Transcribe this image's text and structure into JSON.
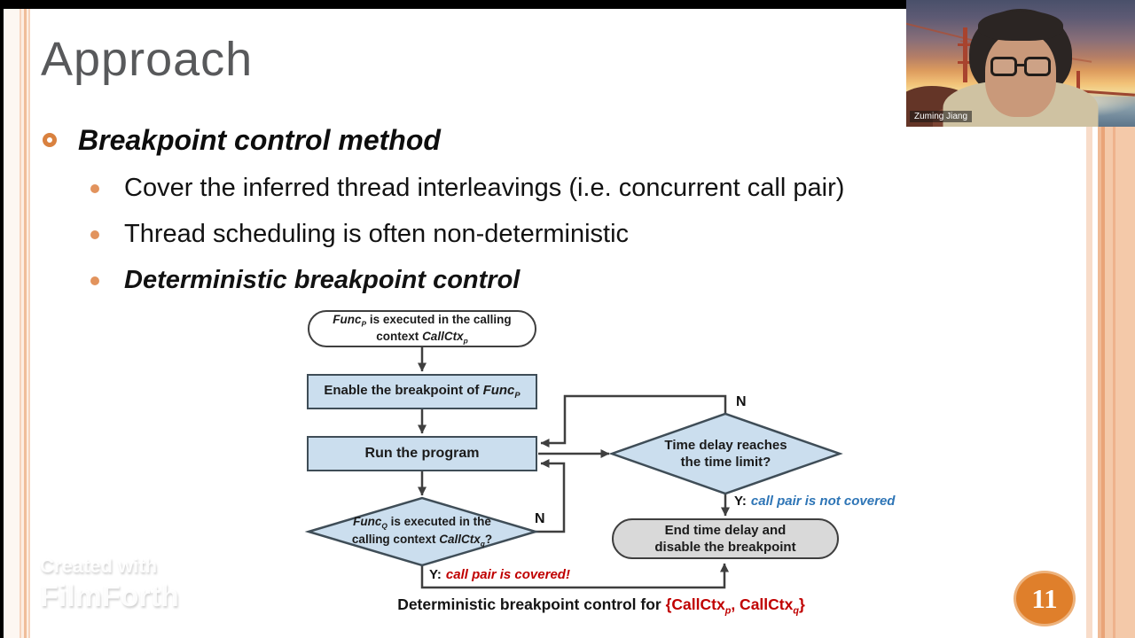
{
  "slide": {
    "title": "Approach",
    "main_bullet": "Breakpoint control method",
    "sub_bullets": [
      "Cover the inferred thread interleavings (i.e. concurrent call pair)",
      "Thread scheduling is often non-deterministic",
      "Deterministic breakpoint control"
    ],
    "page_number": "11"
  },
  "watermark": {
    "line1": "Created with",
    "line2": "FilmForth"
  },
  "webcam": {
    "name": "Zuming Jiang"
  },
  "flowchart": {
    "start": {
      "f": "Func",
      "fsub": "P",
      "rest1": " is executed in the calling",
      "pre2": "context ",
      "c": "CallCtx",
      "csub": "p"
    },
    "enable": {
      "pre": "Enable the breakpoint of ",
      "f": "Func",
      "fsub": "P"
    },
    "run": {
      "label": "Run the program"
    },
    "check": {
      "f": "Func",
      "fsub": "Q",
      "rest1": " is executed in the",
      "pre2": "calling context ",
      "c": "CallCtx",
      "csub": "q",
      "qmark": "?"
    },
    "timer": {
      "line1": "Time delay reaches",
      "line2": "the time limit?"
    },
    "end": {
      "line1": "End time delay and",
      "line2": "disable the breakpoint"
    },
    "labels": {
      "n1": "N",
      "n2": "N",
      "y_prefix": "Y:",
      "not_covered": "call pair is not covered",
      "covered": "call pair is covered!"
    },
    "caption": {
      "black": "Deterministic breakpoint control for ",
      "r1": "{CallCtx",
      "r1sub": "p",
      "r2": ", CallCtx",
      "r2sub": "q",
      "r3": "}"
    },
    "colors": {
      "node_fill": "#cbdeee",
      "node_border": "#3f4d57",
      "arrow": "#3f3f3f",
      "blue_text": "#2e75b6",
      "red_text": "#c00000",
      "accent_orange": "#df7f2b",
      "title_gray": "#58595b"
    }
  }
}
